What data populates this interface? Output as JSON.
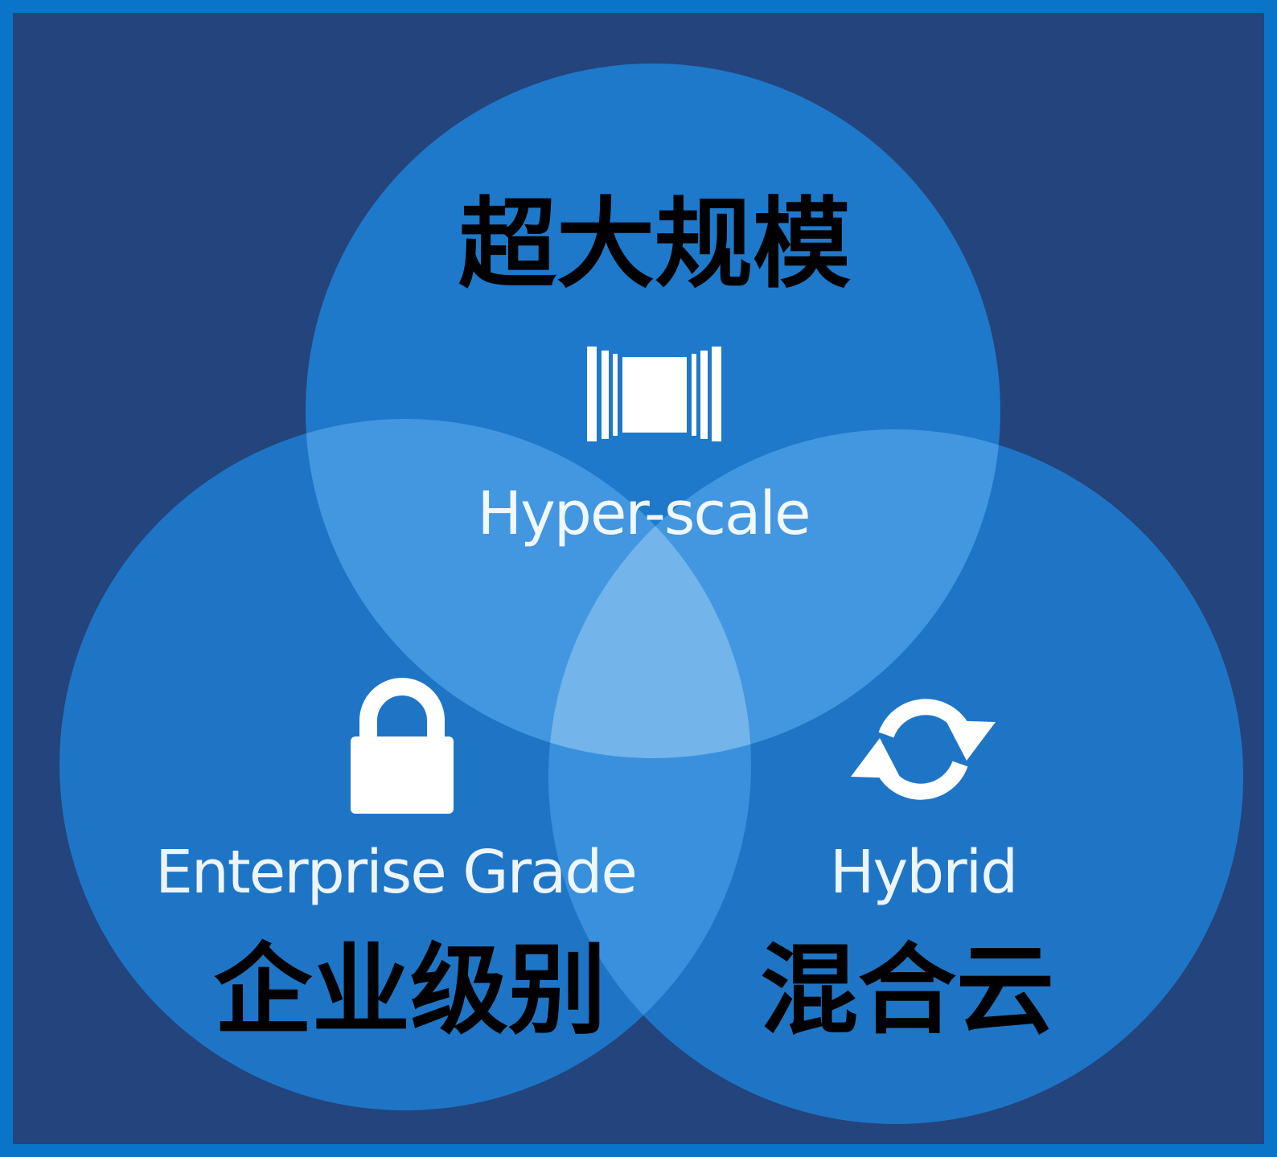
{
  "colors": {
    "frame_border": "#0A74C8",
    "background": "#23447D",
    "circle_fill": "#1E88E0",
    "icon": "#FFFFFF",
    "english_text": "#FFFFFF",
    "chinese_text": "#000000"
  },
  "circles": [
    {
      "key": "hyper-scale",
      "label_en": "Hyper-scale",
      "label_zh": "超大规模",
      "icon": "barcode-panel-icon"
    },
    {
      "key": "enterprise-grade",
      "label_en": "Enterprise Grade",
      "label_zh": "企业级别",
      "icon": "lock-icon"
    },
    {
      "key": "hybrid",
      "label_en": "Hybrid",
      "label_zh": "混合云",
      "icon": "sync-arrows-icon"
    }
  ]
}
